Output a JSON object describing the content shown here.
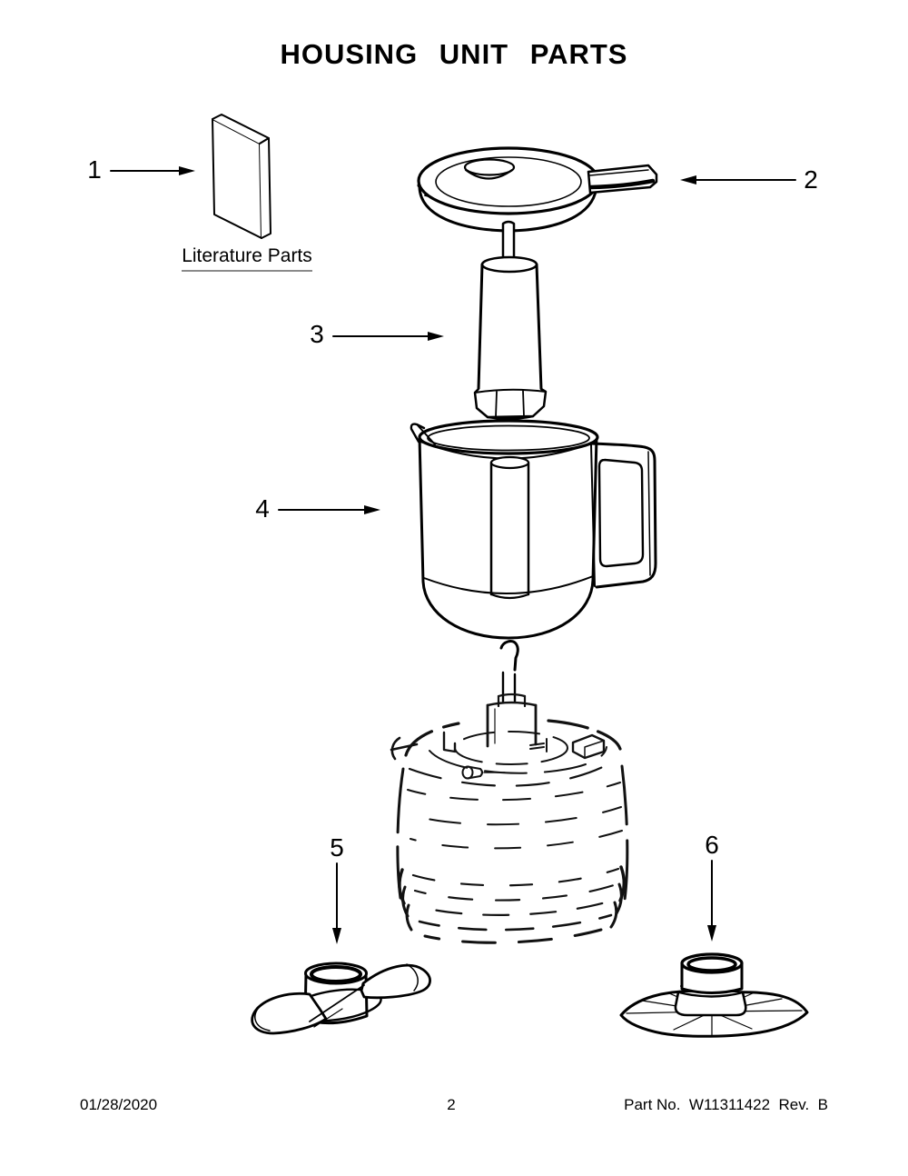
{
  "page": {
    "title": "HOUSING UNIT PARTS",
    "footer": {
      "date": "01/28/2020",
      "page_number": "2",
      "part_info": "Part No.  W11311422  Rev.  B"
    }
  },
  "diagram": {
    "captions": {
      "literature": "Literature Parts"
    },
    "callouts": [
      {
        "number": "1"
      },
      {
        "number": "2"
      },
      {
        "number": "3"
      },
      {
        "number": "4"
      },
      {
        "number": "5"
      },
      {
        "number": "6"
      }
    ],
    "colors": {
      "line": "#000000",
      "background": "#ffffff",
      "caption_underline": "#8a8a8a"
    }
  }
}
